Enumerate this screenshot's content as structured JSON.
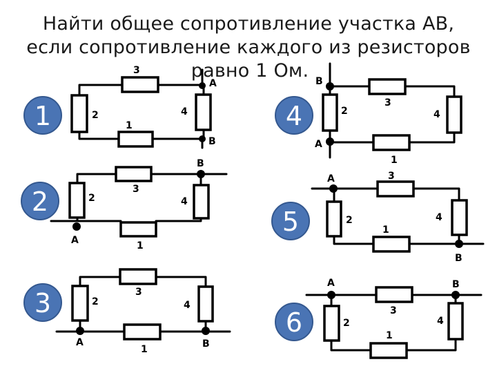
{
  "title": {
    "line1": "Найти общее сопротивление участка АВ,",
    "line2": "если сопротивление каждого из резисторов",
    "line3": "равно 1 Ом."
  },
  "circuits": [
    {
      "number": "1",
      "r_top": "3",
      "r_left": "2",
      "r_bottom": "1",
      "r_right": "4",
      "node_a": "A",
      "node_b": "B"
    },
    {
      "number": "2",
      "r_top": "3",
      "r_left": "2",
      "r_bottom": "1",
      "r_right": "4",
      "node_a": "A",
      "node_b": "B"
    },
    {
      "number": "3",
      "r_top": "3",
      "r_left": "2",
      "r_bottom": "1",
      "r_right": "4",
      "node_a": "A",
      "node_b": "B"
    },
    {
      "number": "4",
      "r_top": "3",
      "r_left": "2",
      "r_bottom": "1",
      "r_right": "4",
      "node_a": "A",
      "node_b": "B"
    },
    {
      "number": "5",
      "r_top": "3",
      "r_left": "2",
      "r_bottom": "1",
      "r_right": "4",
      "node_a": "A",
      "node_b": "B"
    },
    {
      "number": "6",
      "r_top": "3",
      "r_left": "2",
      "r_bottom": "1",
      "r_right": "4",
      "node_a": "A",
      "node_b": "B"
    }
  ],
  "colors": {
    "badge_fill": "#4a74b4",
    "badge_text": "#ffffff",
    "wire": "#000000"
  }
}
